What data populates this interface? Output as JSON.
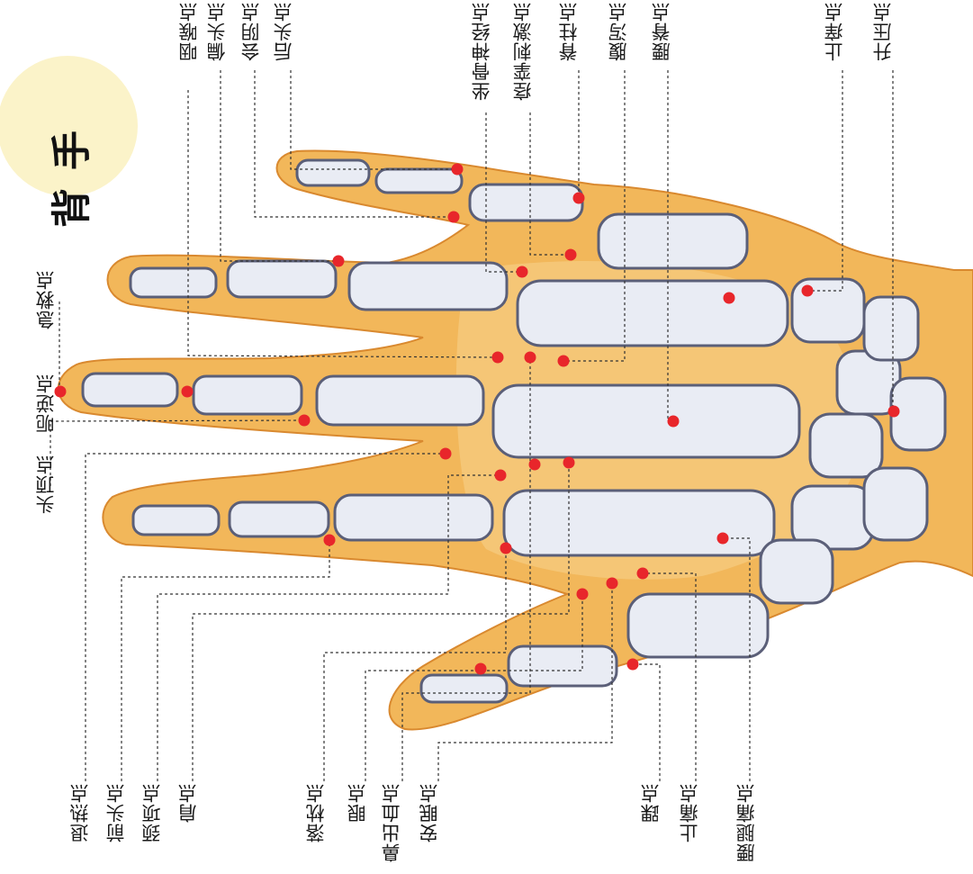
{
  "title": "手背",
  "colors": {
    "skin": "#f2b75a",
    "skin_light": "#f7d48e",
    "bone": "#e9ecf4",
    "bone_edge": "#5b5f78",
    "point": "#e8262b",
    "leader": "#333333",
    "title_halo": "#fbf3c9"
  },
  "labels_top": [
    {
      "name": "yanhou",
      "text": "咽喉点"
    },
    {
      "name": "piantou",
      "text": "偏头点"
    },
    {
      "name": "huiyin",
      "text": "会阴点"
    },
    {
      "name": "houtou",
      "text": "后头点"
    },
    {
      "name": "zuogu",
      "text": "坐骨神经点"
    },
    {
      "name": "jingluan",
      "text": "痉挛刺激点"
    },
    {
      "name": "jizhu",
      "text": "脊柱点"
    },
    {
      "name": "fuxie",
      "text": "腹泻点"
    },
    {
      "name": "yaoji",
      "text": "腰脊点"
    },
    {
      "name": "zhiyang",
      "text": "止痒点"
    },
    {
      "name": "shengya",
      "text": "升压点"
    }
  ],
  "labels_left": [
    {
      "name": "jijiu",
      "text": "急救点"
    },
    {
      "name": "eni",
      "text": "呃逆点"
    },
    {
      "name": "touding",
      "text": "头顶点"
    }
  ],
  "labels_bottom": [
    {
      "name": "tuire",
      "text": "退热点"
    },
    {
      "name": "qiantou",
      "text": "前头点"
    },
    {
      "name": "jingxiang",
      "text": "颈项点"
    },
    {
      "name": "jian",
      "text": "肩点"
    },
    {
      "name": "laozhen",
      "text": "落枕点"
    },
    {
      "name": "yan",
      "text": "眼点"
    },
    {
      "name": "bichuxue",
      "text": "鼻出血点"
    },
    {
      "name": "anmian",
      "text": "安眠点"
    },
    {
      "name": "huai",
      "text": "踝点"
    },
    {
      "name": "zhitong",
      "text": "止痛点"
    },
    {
      "name": "yaotuitong",
      "text": "腰腿痛点"
    }
  ]
}
